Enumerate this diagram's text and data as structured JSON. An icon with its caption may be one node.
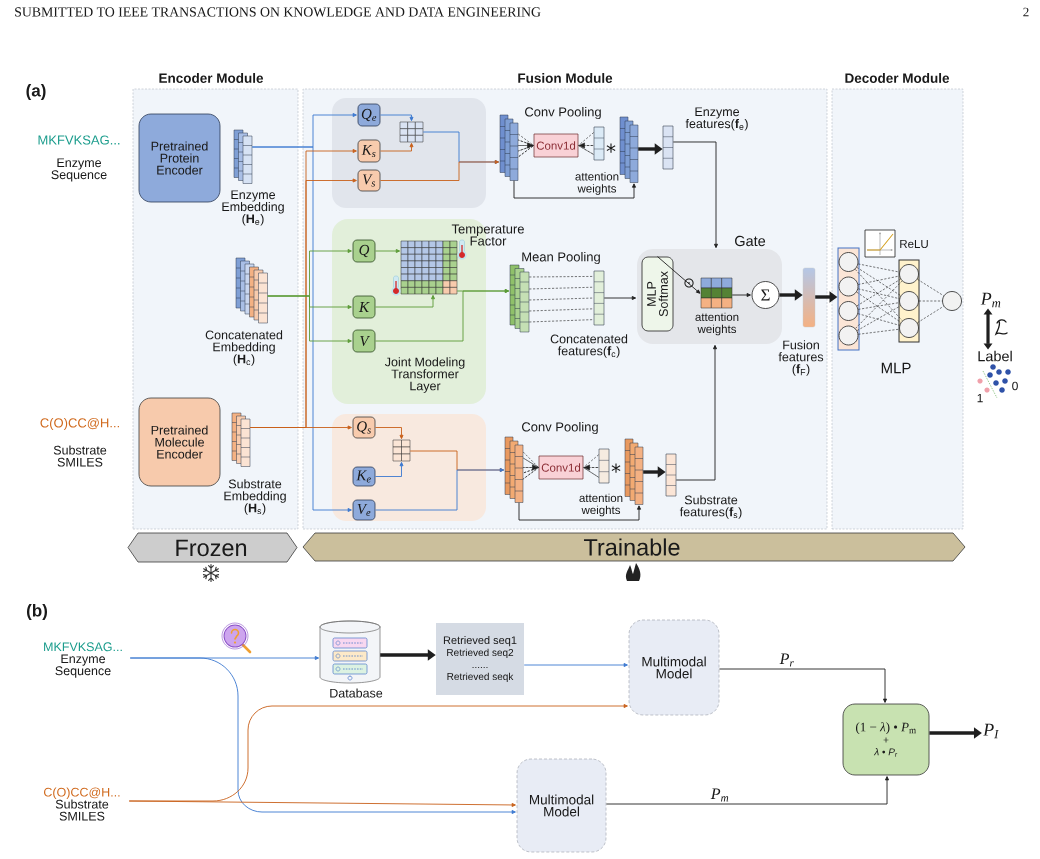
{
  "diagram": {
    "nodes": [
      {
        "text": [
          "Encoder Module"
        ]
      },
      {
        "text": [
          "Pretrained Protein Encoder"
        ],
        "in": 0
      },
      {
        "text": [
          "Enzyme Embedding (**H**$_{e}$)"
        ],
        "in": 0
      },
      {
        "text": [
          "Concatenated Embedding (**H**$_{c}$)"
        ],
        "in": 0
      },
      {
        "text": [
          "Pretrained Molecule Encoder"
        ],
        "in": 0
      },
      {
        "text": [
          "Substrate Embedding (**H**$_{s}$)"
        ],
        "in": 0
      },
      {
        "text": [
          "Fusion Module"
        ]
      },
      {
        "text": [],
        "shape": "box",
        "in": 6
      },
      {
        "text": [
          "Q$_{e}$"
        ],
        "in": 7
      },
      {
        "text": [
          "K$_{s}$"
        ],
        "in": 7
      },
      {
        "text": [
          "V$_{s}$"
        ],
        "in": 7
      },
      {
        "text": [],
        "shape": "grid",
        "in": 7
      },
      {
        "text": [],
        "shape": "stack",
        "in": 6
      },
      {
        "text": [
          "Conv1d"
        ],
        "in": 6
      },
      {
        "text": [],
        "shape": "bar",
        "in": 6
      },
      {
        "text": [],
        "shape": "stack",
        "in": 6
      },
      {
        "text": [
          "Enzyme features(**f**$_{e}$)"
        ],
        "in": 6
      },
      {
        "text": [
          "Joint Modeling Transformer Layer"
        ],
        "in": 6
      },
      {
        "text": [
          "Q"
        ],
        "in": 17
      },
      {
        "text": [
          "K"
        ],
        "in": 17
      },
      {
        "text": [
          "V"
        ],
        "in": 17
      },
      {
        "text": [],
        "shape": "grid",
        "in": 17
      },
      {
        "text": [],
        "shape": "stack",
        "in": 6
      },
      {
        "text": [
          "Concatenated features(**f**$_{c}$)"
        ],
        "in": 6
      },
      {
        "text": [
          "Gate"
        ],
        "in": 6
      },
      {
        "text": [
          "MLP Softmax"
        ],
        "in": 24
      },
      {
        "text": [],
        "shape": "grid",
        "beside": [
          "attention weights"
        ],
        "in": 24
      },
      {
        "text": [
          "Σ"
        ],
        "in": 24
      },
      {
        "text": [
          "Fusion features (**f**$_{F}$)"
        ],
        "in": 6
      },
      {
        "text": [],
        "shape": "box",
        "in": 6
      },
      {
        "text": [
          "Q$_{s}$"
        ],
        "in": 29
      },
      {
        "text": [
          "K$_{e}$"
        ],
        "in": 29
      },
      {
        "text": [
          "V$_{e}$"
        ],
        "in": 29
      },
      {
        "text": [],
        "shape": "grid",
        "in": 29
      },
      {
        "text": [],
        "shape": "stack",
        "in": 6
      },
      {
        "text": [
          "Conv1d"
        ],
        "in": 6
      },
      {
        "text": [],
        "shape": "bar",
        "in": 6
      },
      {
        "text": [],
        "shape": "stack",
        "in": 6
      },
      {
        "text": [
          "Substrate features(**f**$_{s}$)"
        ],
        "in": 6
      },
      {
        "text": [
          "Decoder Module"
        ]
      },
      {
        "text": [],
        "shape": "box",
        "in": 39
      },
      {
        "text": [],
        "shape": "circle",
        "in": 40
      },
      {
        "text": [],
        "shape": "circle",
        "in": 40
      },
      {
        "text": [],
        "shape": "circle",
        "in": 40
      },
      {
        "text": [],
        "shape": "circle",
        "in": 40
      },
      {
        "text": [],
        "shape": "box",
        "in": 39
      },
      {
        "text": [],
        "shape": "circle",
        "in": 45
      },
      {
        "text": [],
        "shape": "circle",
        "in": 45
      },
      {
        "text": [],
        "shape": "circle",
        "in": 45
      },
      {
        "text": [],
        "shape": "circle",
        "in": 39
      },
      {
        "text": [
          "P$_{m}$"
        ]
      },
      {
        "text": [
          "Label"
        ]
      },
      {
        "text": [
          "Frozen"
        ]
      },
      {
        "text": [
          "Trainable"
        ]
      },
      {
        "text": [
          "MKFVKSAG...",
          "Enzyme Sequence"
        ]
      },
      {
        "text": [
          "Database"
        ]
      },
      {
        "text": [
          "Retrieved seq1",
          "Retrieved seq2",
          "......",
          "Retrieved seqk"
        ]
      },
      {
        "text": [
          "Multimodal Model"
        ]
      },
      {
        "text": [
          "C(O)CC@H...",
          "Substrate SMILES"
        ]
      },
      {
        "text": [
          "Multimodal Model"
        ]
      },
      {
        "text": [
          "(1 − *λ*) • *P*$_{m}$",
          "+",
          "*λ* • *P*$_{r}$"
        ]
      },
      {
        "text": [
          "P$_{I}$"
        ]
      }
    ],
    "edges": [
      {
        "from": 2,
        "to": 8,
        "arrow": "to",
        "color": "#3b78d0"
      },
      {
        "from": 2,
        "to": 32,
        "arrow": "to",
        "color": "#3b78d0"
      },
      {
        "from": 5,
        "to": 9,
        "arrow": "to",
        "color": "#c8601a"
      },
      {
        "from": 5,
        "to": 10,
        "arrow": "to",
        "color": "#c8601a"
      },
      {
        "from": 5,
        "to": 30,
        "arrow": "to",
        "color": "#c8601a"
      },
      {
        "from": 3,
        "to": 18,
        "arrow": "to",
        "color": "#5b9b37"
      },
      {
        "from": 3,
        "to": 19,
        "arrow": "to",
        "color": "#5b9b37"
      },
      {
        "from": 3,
        "to": 20,
        "arrow": "to",
        "color": "#5b9b37"
      },
      {
        "from": 8,
        "to": 11,
        "arrow": "to",
        "color": "#3b78d0"
      },
      {
        "from": 9,
        "to": 11,
        "arrow": "to",
        "color": "#c8601a"
      },
      {
        "from": 11,
        "to": 12,
        "arrow": "to",
        "color": "#3b78d0"
      },
      {
        "from": 10,
        "to": 12,
        "arrow": "to",
        "color": "#c8601a"
      },
      {
        "from": 12,
        "to": 13,
        "arrow": "to",
        "style": "dashed"
      },
      {
        "from": 14,
        "to": 13,
        "arrow": "to",
        "style": "dashed"
      },
      {
        "from": 12,
        "to": 15,
        "arrow": "to"
      },
      {
        "from": 15,
        "to": 16,
        "arrow": "to",
        "style": "thick"
      },
      {
        "from": 16,
        "to": 24,
        "arrow": "to"
      },
      {
        "from": 18,
        "to": 21,
        "arrow": "to",
        "color": "#5b9b37"
      },
      {
        "from": 19,
        "to": 21,
        "arrow": "to",
        "color": "#5b9b37"
      },
      {
        "from": 21,
        "to": 22,
        "arrow": "to",
        "color": "#5b9b37"
      },
      {
        "from": 20,
        "to": 22,
        "arrow": "to",
        "color": "#5b9b37"
      },
      {
        "from": 22,
        "to": 23,
        "arrow": "none",
        "style": "dashed"
      },
      {
        "from": 23,
        "to": 24,
        "arrow": "to"
      },
      {
        "from": 25,
        "to": 26,
        "arrow": "to"
      },
      {
        "from": 26,
        "to": 27,
        "arrow": "to"
      },
      {
        "from": 27,
        "to": 28,
        "arrow": "to",
        "style": "thick"
      },
      {
        "from": 28,
        "to": 40,
        "arrow": "to",
        "style": "thick"
      },
      {
        "from": 30,
        "to": 33,
        "arrow": "to",
        "color": "#c8601a"
      },
      {
        "from": 31,
        "to": 33,
        "arrow": "to",
        "color": "#3b78d0"
      },
      {
        "from": 33,
        "to": 34,
        "arrow": "to",
        "color": "#c8601a"
      },
      {
        "from": 32,
        "to": 34,
        "arrow": "to",
        "color": "#3b78d0"
      },
      {
        "from": 34,
        "to": 35,
        "arrow": "to",
        "style": "dashed"
      },
      {
        "from": 36,
        "to": 35,
        "arrow": "to",
        "style": "dashed"
      },
      {
        "from": 34,
        "to": 37,
        "arrow": "to"
      },
      {
        "from": 37,
        "to": 38,
        "arrow": "to",
        "style": "thick"
      },
      {
        "from": 38,
        "to": 24,
        "arrow": "to"
      },
      {
        "from": 41,
        "to": 46,
        "arrow": "none",
        "style": "dashed"
      },
      {
        "from": 41,
        "to": 47,
        "arrow": "none",
        "style": "dashed"
      },
      {
        "from": 41,
        "to": 48,
        "arrow": "none",
        "style": "dashed"
      },
      {
        "from": 42,
        "to": 46,
        "arrow": "none",
        "style": "dashed"
      },
      {
        "from": 42,
        "to": 47,
        "arrow": "none",
        "style": "dashed"
      },
      {
        "from": 42,
        "to": 48,
        "arrow": "none",
        "style": "dashed"
      },
      {
        "from": 43,
        "to": 46,
        "arrow": "none",
        "style": "dashed"
      },
      {
        "from": 43,
        "to": 47,
        "arrow": "none",
        "style": "dashed"
      },
      {
        "from": 43,
        "to": 48,
        "arrow": "none",
        "style": "dashed"
      },
      {
        "from": 44,
        "to": 46,
        "arrow": "none",
        "style": "dashed"
      },
      {
        "from": 44,
        "to": 47,
        "arrow": "none",
        "style": "dashed"
      },
      {
        "from": 44,
        "to": 48,
        "arrow": "none",
        "style": "dashed"
      },
      {
        "from": 46,
        "to": 49,
        "arrow": "none",
        "style": "dashed"
      },
      {
        "from": 47,
        "to": 49,
        "arrow": "none",
        "style": "dashed"
      },
      {
        "from": 48,
        "to": 49,
        "arrow": "none",
        "style": "dashed"
      },
      {
        "from": 50,
        "to": 51,
        "arrow": "both",
        "style": "thick"
      },
      {
        "from": 54,
        "to": 55,
        "arrow": "to",
        "color": "#3b78d0"
      },
      {
        "from": 54,
        "to": 59,
        "arrow": "to",
        "color": "#3b78d0"
      },
      {
        "from": 58,
        "to": 57,
        "arrow": "to",
        "color": "#c8601a"
      },
      {
        "from": 58,
        "to": 59,
        "arrow": "to",
        "color": "#c8601a"
      },
      {
        "from": 55,
        "to": 56,
        "arrow": "to",
        "style": "thick"
      },
      {
        "from": 56,
        "to": 57,
        "arrow": "to",
        "color": "#3b78d0"
      },
      {
        "from": 57,
        "to": 60,
        "arrow": "to",
        "label": "P$_{r}$"
      },
      {
        "from": 59,
        "to": 60,
        "arrow": "to",
        "label": "P$_{m}$"
      },
      {
        "from": 60,
        "to": 61,
        "arrow": "to",
        "style": "thick"
      }
    ],
    "labels": [
      "SUBMITTED TO IEEE TRANSACTIONS ON KNOWLEDGE AND DATA ENGINEERING",
      "2",
      "(a)",
      "MKFVKSAG...",
      "Enzyme Sequence",
      "C(O)CC@H...",
      "Substrate SMILES",
      "Conv Pooling",
      "*",
      "attention weights",
      "Temperature Factor",
      "Mean Pooling",
      "⊙",
      "ReLU",
      "MLP",
      "1",
      "0",
      "Conv Pooling",
      "*",
      "attention weights",
      "(b)"
    ]
  }
}
